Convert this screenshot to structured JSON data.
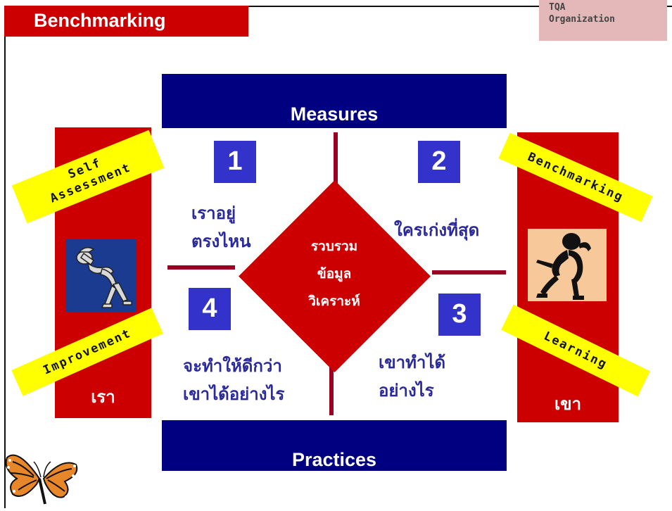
{
  "header": {
    "title": "Benchmarking",
    "org_tag": "TQA\nOrganization"
  },
  "bands": {
    "top_label": "Measures",
    "bottom_label": "Practices"
  },
  "sides": {
    "left_label": "เรา",
    "right_label": "เขา"
  },
  "quadrants": [
    {
      "number": "1",
      "text_line1": "เราอยู่",
      "text_line2": "ตรงไหน"
    },
    {
      "number": "2",
      "text_line1": "ใครเก่งที่สุด",
      "text_line2": ""
    },
    {
      "number": "3",
      "text_line1": "เขาทำได้",
      "text_line2": "อย่างไร"
    },
    {
      "number": "4",
      "text_line1": "จะทำให้ดีกว่า",
      "text_line2": "เขาได้อย่างไร"
    }
  ],
  "center": {
    "line1": "รวบรวม",
    "line2": "ข้อมูล",
    "line3": "วิเคราะห์"
  },
  "tags": {
    "self_assessment_line1": "Self",
    "self_assessment_line2": "Assessment",
    "benchmarking": "Benchmarking",
    "improvement": "Improvement",
    "learning": "Learning"
  },
  "colors": {
    "red": "#cc0000",
    "navy": "#000080",
    "number_blue": "#3333cc",
    "tag_yellow": "#ffff00",
    "connector": "#990022",
    "org_tag_bg": "#e4b8b8"
  },
  "icons": [
    "man-scratching-head-icon",
    "man-thinking-silhouette-icon",
    "butterfly-icon"
  ]
}
